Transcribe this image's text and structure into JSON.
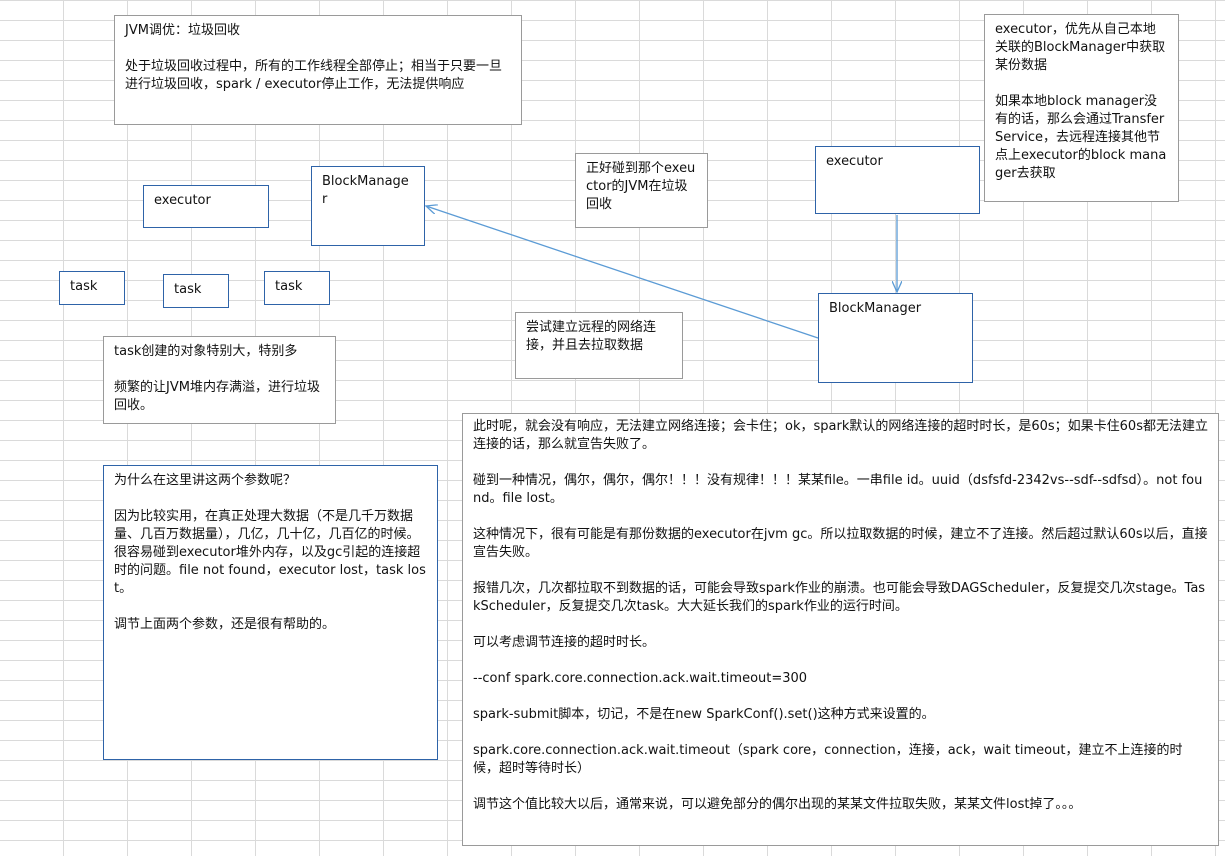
{
  "jvm_box": {
    "title": "JVM调优：垃圾回收",
    "body": "处于垃圾回收过程中，所有的工作线程全部停止；相当于只要一旦进行垃圾回收，spark / executor停止工作，无法提供响应"
  },
  "left_executor": {
    "label": "executor"
  },
  "left_block_manager": {
    "label": "BlockManager"
  },
  "tasks": [
    {
      "label": "task"
    },
    {
      "label": "task"
    },
    {
      "label": "task"
    }
  ],
  "gc_note": {
    "text": "正好碰到那个exeuctor的JVM在垃圾回收"
  },
  "right_executor": {
    "label": "executor"
  },
  "right_block_manager": {
    "label": "BlockManager"
  },
  "executor_note": {
    "p1": "executor，优先从自己本地关联的BlockManager中获取某份数据",
    "p2": "如果本地block manager没有的话，那么会通过TransferService，去远程连接其他节点上executor的block manager去获取"
  },
  "connect_note": {
    "text": "尝试建立远程的网络连接，并且去拉取数据"
  },
  "task_note": {
    "p1": "task创建的对象特别大，特别多",
    "p2": "频繁的让JVM堆内存满溢，进行垃圾回收。"
  },
  "why_box": {
    "p1": "为什么在这里讲这两个参数呢？",
    "p2": "因为比较实用，在真正处理大数据（不是几千万数据量、几百万数据量），几亿，几十亿，几百亿的时候。很容易碰到executor堆外内存，以及gc引起的连接超时的问题。file not found，executor lost，task lost。",
    "p3": "调节上面两个参数，还是很有帮助的。"
  },
  "main_box": {
    "paragraphs": [
      "此时呢，就会没有响应，无法建立网络连接；会卡住；ok，spark默认的网络连接的超时时长，是60s；如果卡住60s都无法建立连接的话，那么就宣告失败了。",
      "碰到一种情况，偶尔，偶尔，偶尔！！！没有规律！！！某某file。一串file id。uuid（dsfsfd-2342vs--sdf--sdfsd）。not found。file lost。",
      "这种情况下，很有可能是有那份数据的executor在jvm gc。所以拉取数据的时候，建立不了连接。然后超过默认60s以后，直接宣告失败。",
      "报错几次，几次都拉取不到数据的话，可能会导致spark作业的崩溃。也可能会导致DAGScheduler，反复提交几次stage。TaskScheduler，反复提交几次task。大大延长我们的spark作业的运行时间。",
      "可以考虑调节连接的超时时长。",
      "--conf spark.core.connection.ack.wait.timeout=300",
      "spark-submit脚本，切记，不是在new SparkConf().set()这种方式来设置的。",
      "spark.core.connection.ack.wait.timeout（spark core，connection，连接，ack，wait timeout，建立不上连接的时候，超时等待时长）",
      "调节这个值比较大以后，通常来说，可以避免部分的偶尔出现的某某文件拉取失败，某某文件lost掉了。。。"
    ]
  }
}
